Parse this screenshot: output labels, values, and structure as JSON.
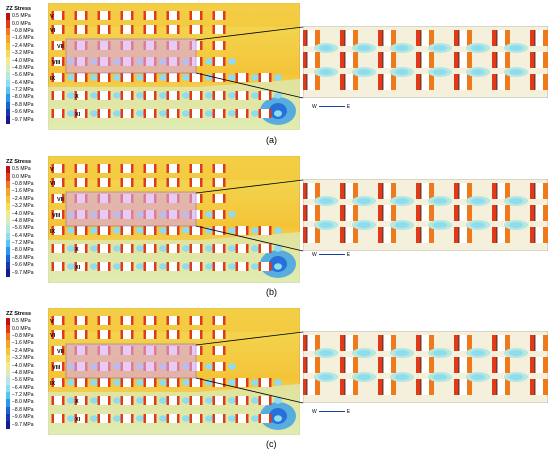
{
  "legend": {
    "title": "ZZ Stress",
    "items": [
      {
        "label": "0.5 MPa",
        "color": "#c01010"
      },
      {
        "label": "0.0 MPa",
        "color": "#e03a18"
      },
      {
        "label": "−0.8 MPa",
        "color": "#ee7a1c"
      },
      {
        "label": "−1.6 MPa",
        "color": "#f2a52a"
      },
      {
        "label": "−2.4 MPa",
        "color": "#f4c438"
      },
      {
        "label": "−3.2 MPa",
        "color": "#f2dc5a"
      },
      {
        "label": "−4.0 MPa",
        "color": "#f0ea90"
      },
      {
        "label": "−4.8 MPa",
        "color": "#d8ecc0"
      },
      {
        "label": "−5.6 MPa",
        "color": "#b4e8e0"
      },
      {
        "label": "−6.4 MPa",
        "color": "#8edcee"
      },
      {
        "label": "−7.2 MPa",
        "color": "#5ac4f0"
      },
      {
        "label": "−8.0 MPa",
        "color": "#2a98f0"
      },
      {
        "label": "−8.8 MPa",
        "color": "#1a62d8"
      },
      {
        "label": "−9.6 MPa",
        "color": "#1a36b0"
      },
      {
        "label": "−9.7 MPa",
        "color": "#1a1a90"
      }
    ]
  },
  "seam_labels": [
    "V",
    "VI",
    "VII",
    "VIII",
    "IX",
    "X",
    "XI"
  ],
  "compass": {
    "west": "W",
    "east": "E"
  },
  "captions": {
    "a": "(a)",
    "b": "(b)",
    "c": "(c)"
  }
}
